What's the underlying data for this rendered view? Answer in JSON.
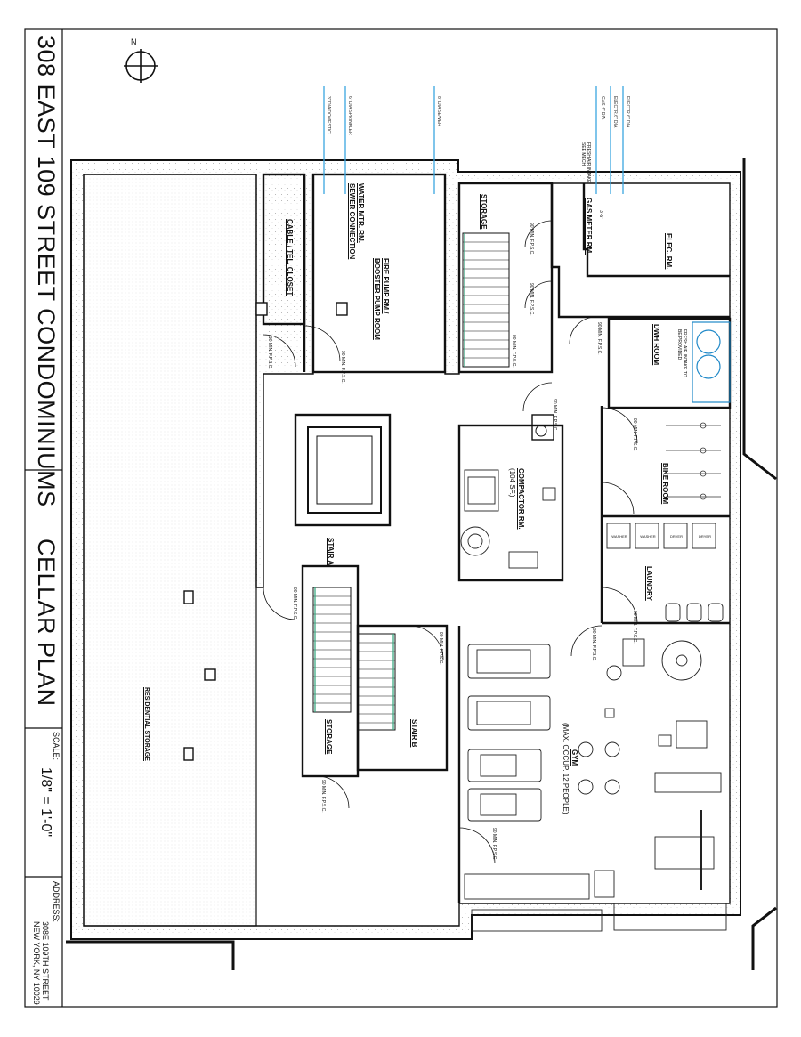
{
  "title_block": {
    "project_title": "308 EAST 109 STREET CONDOMINIUMS",
    "sheet_title": "CELLAR PLAN",
    "scale_label": "SCALE:",
    "scale_value": "1/8\" = 1'-0\"",
    "address_label": "ADDRESS:",
    "address_line1": "308E 109TH STREET",
    "address_line2": "NEW YORK, NY 10029"
  },
  "north_arrow": {
    "label": "N"
  },
  "rooms": {
    "residential_storage": "RESIDENTIAL STORAGE",
    "cable_closet": "CABLE / TEL. CLOSET",
    "water_mtr": "WATER MTR. RM.",
    "sewer_connection": "SEWER CONNECTION",
    "fire_pump": "FIRE PUMP RM./",
    "booster_pump": "BOOSTER PUMP ROOM",
    "storage_top": "STORAGE",
    "gas_meter": "GAS METER RM.",
    "elec_rm": "ELEC. RM.",
    "dwh_room": "DWH ROOM",
    "bike_room": "BIKE ROOM",
    "compactor": "COMPACTOR RM.",
    "compactor_area": "(104 SF.)",
    "stair_a": "STAIR A",
    "stair_b": "STAIR B",
    "storage_bottom": "STORAGE",
    "laundry": "LAUNDRY",
    "gym": "GYM",
    "gym_occupancy": "(MAX. OCCUP. 12 PEOPLE)"
  },
  "utilities": [
    "3\" DIA DOMESTIC",
    "6\" DIA SPRINKLER",
    "8\" DIA SEWER",
    "GAS 4\" DIA",
    "ELECTR.6\" DIA",
    "ELECTR.6\" DIA"
  ],
  "fresh_air_notes": {
    "mech": "FRESH AIR INTAKE SEE MECH.",
    "dwh": "FRESH AIR INTAKE TO BE PROVIDED"
  },
  "door_note": "90 MIN. F.P.S.C.",
  "gas_dim": "3'-6\"",
  "appliances": [
    "WASHER",
    "WASHER",
    "DRYER",
    "DRYER"
  ],
  "colors": {
    "utility_line": "#3aa6e0",
    "stair_accent": "#2fa37a",
    "dwh_tank": "#1e88c8"
  }
}
